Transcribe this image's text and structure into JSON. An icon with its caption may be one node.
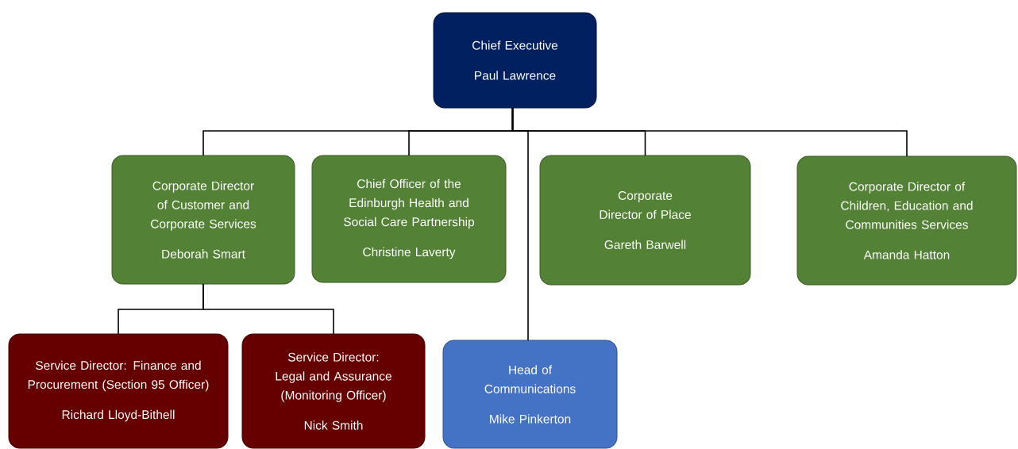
{
  "diagram": {
    "nodes": [
      {
        "text": [
          "Chief Executive",
          "Paul Lawrence"
        ]
      },
      {
        "text": [
          "Corporate Director of Customer and Corporate Services",
          "Deborah Smart"
        ]
      },
      {
        "text": [
          "Chief Officer of the Edinburgh Health and Social Care Partnership",
          "Christine Laverty"
        ]
      },
      {
        "text": [
          "Corporate Director of Place",
          "Gareth Barwell"
        ]
      },
      {
        "text": [
          "Corporate Director of Children, Education and Communities Services",
          "Amanda Hatton"
        ]
      },
      {
        "text": [
          "Service Director: Finance and Procurement (Section 95 Officer)",
          "Richard Lloyd-Bithell"
        ]
      },
      {
        "text": [
          "Service Director: Legal and Assurance (Monitoring Officer)",
          "Nick Smith"
        ]
      },
      {
        "text": [
          "Head of Communications",
          "Mike Pinkerton"
        ]
      }
    ],
    "edges": [
      {
        "from": 0,
        "to": 1,
        "arrow": "none"
      },
      {
        "from": 0,
        "to": 2,
        "arrow": "none"
      },
      {
        "from": 0,
        "to": 3,
        "arrow": "none"
      },
      {
        "from": 0,
        "to": 4,
        "arrow": "none"
      },
      {
        "from": 0,
        "to": 7,
        "arrow": "none"
      },
      {
        "from": 1,
        "to": 5,
        "arrow": "none"
      },
      {
        "from": 1,
        "to": 6,
        "arrow": "none"
      }
    ]
  }
}
